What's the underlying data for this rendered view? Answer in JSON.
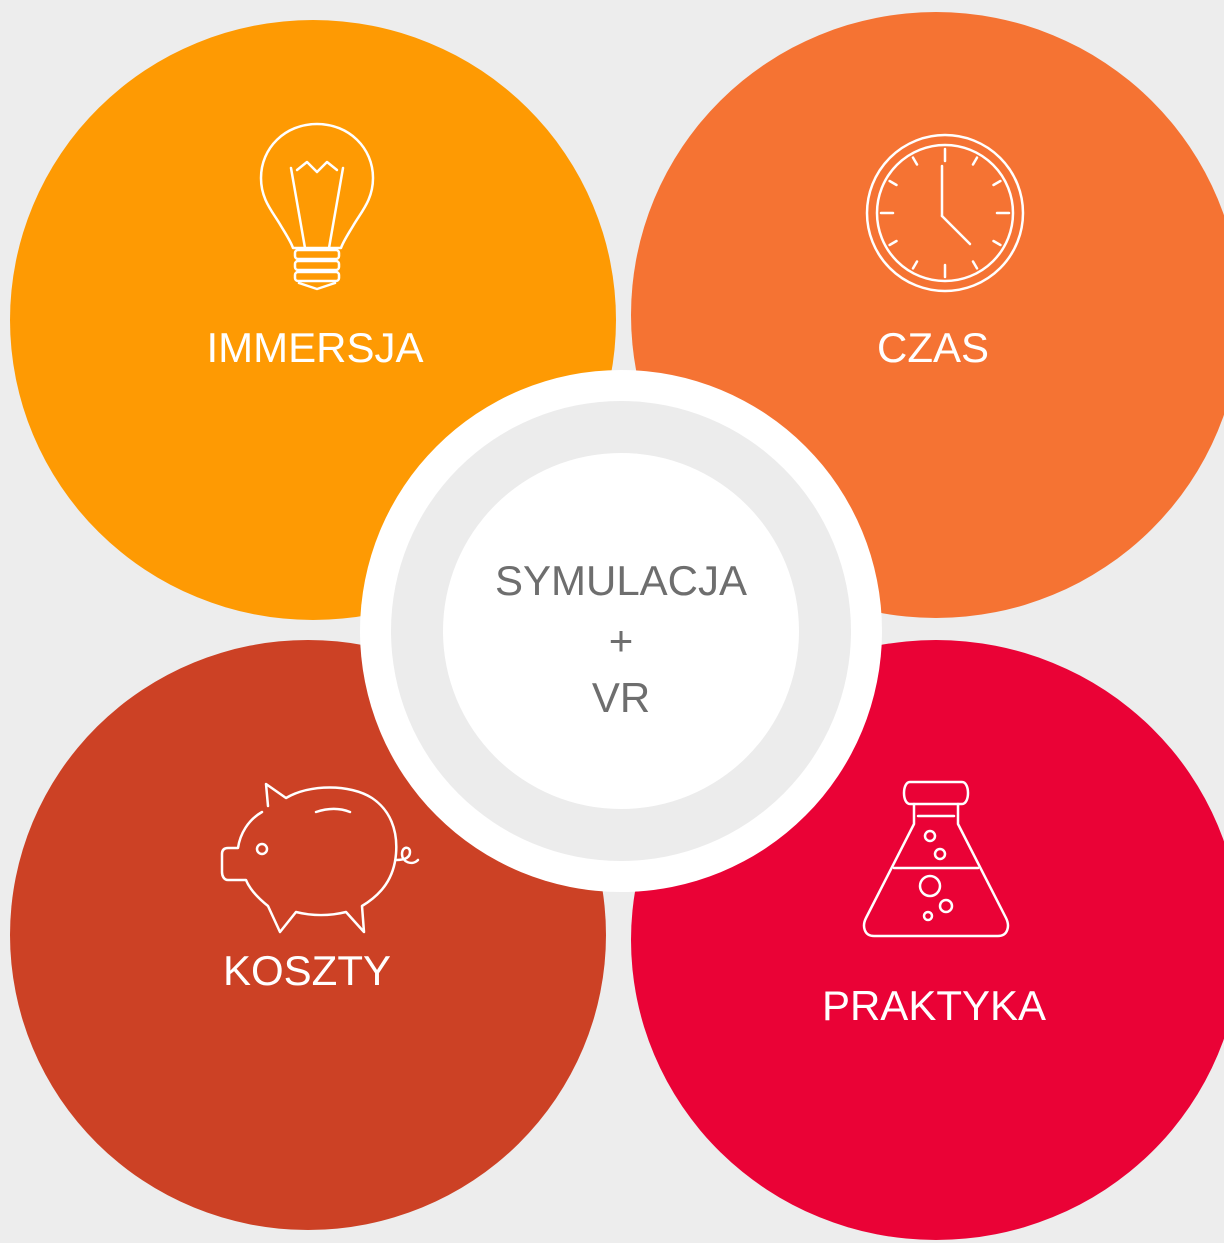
{
  "colors": {
    "background": "#ededed",
    "immersja": "#fe9a03",
    "czas": "#f57333",
    "koszty": "#cc4125",
    "praktyka": "#ea0236",
    "center_text": "#6e6e6e",
    "icon_stroke": "#ffffff"
  },
  "quadrants": {
    "immersja": {
      "label": "IMMERSJA",
      "icon": "lightbulb-icon"
    },
    "czas": {
      "label": "CZAS",
      "icon": "clock-icon"
    },
    "koszty": {
      "label": "KOSZTY",
      "icon": "piggy-bank-icon"
    },
    "praktyka": {
      "label": "PRAKTYKA",
      "icon": "flask-icon"
    }
  },
  "center": {
    "line1": "SYMULACJA",
    "line2": "+",
    "line3": "VR"
  }
}
